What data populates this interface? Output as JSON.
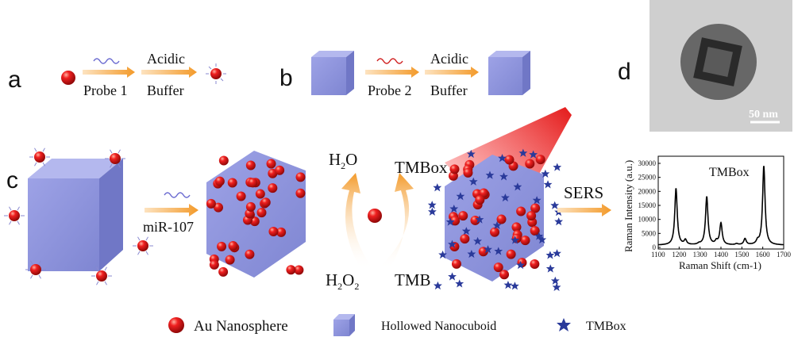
{
  "panels": {
    "a": {
      "label": "a",
      "probe": "Probe 1",
      "acidic": "Acidic",
      "buffer": "Buffer"
    },
    "b": {
      "label": "b",
      "probe": "Probe 2",
      "acidic": "Acidic",
      "buffer": "Buffer"
    },
    "c": {
      "label": "c",
      "target": "miR-107",
      "h2o": "H",
      "h2o_sub": "2",
      "h2o_o": "O",
      "h2o2_h": "H",
      "h2o2_sub1": "2",
      "h2o2_o": "O",
      "h2o2_sub2": "2",
      "tmbox": "TMBox",
      "tmb": "TMB",
      "sers": "SERS"
    },
    "d": {
      "label": "d",
      "scale_bar": "50 nm"
    }
  },
  "legend": [
    {
      "icon": "red-sphere",
      "label": "Au Nanosphere"
    },
    {
      "icon": "blue-cube",
      "label": "Hollowed Nanocuboid"
    },
    {
      "icon": "blue-star",
      "label": "TMBox"
    }
  ],
  "colors": {
    "sphere": "#e01818",
    "cube": "#8a90d8",
    "star": "#2a3a9a",
    "arrow": "#f39a2a",
    "probe1": "#6a6ad0",
    "probe2": "#d02020"
  },
  "chart_data": {
    "type": "line",
    "title": "TMBox",
    "xlabel": "Raman Shift (cm-1)",
    "ylabel": "Raman Intensity (a.u.)",
    "xlim": [
      1100,
      1700
    ],
    "ylim": [
      0,
      32000
    ],
    "xticks": [
      1100,
      1200,
      1300,
      1400,
      1500,
      1600,
      1700
    ],
    "yticks": [
      0,
      5000,
      10000,
      15000,
      20000,
      25000,
      30000
    ],
    "baseline": 800,
    "peaks": [
      {
        "x": 1185,
        "y": 21000
      },
      {
        "x": 1230,
        "y": 2500
      },
      {
        "x": 1295,
        "y": 1200
      },
      {
        "x": 1332,
        "y": 18000
      },
      {
        "x": 1378,
        "y": 2000
      },
      {
        "x": 1400,
        "y": 8500
      },
      {
        "x": 1475,
        "y": 1200
      },
      {
        "x": 1515,
        "y": 3000
      },
      {
        "x": 1575,
        "y": 2000
      },
      {
        "x": 1605,
        "y": 29000
      }
    ]
  }
}
